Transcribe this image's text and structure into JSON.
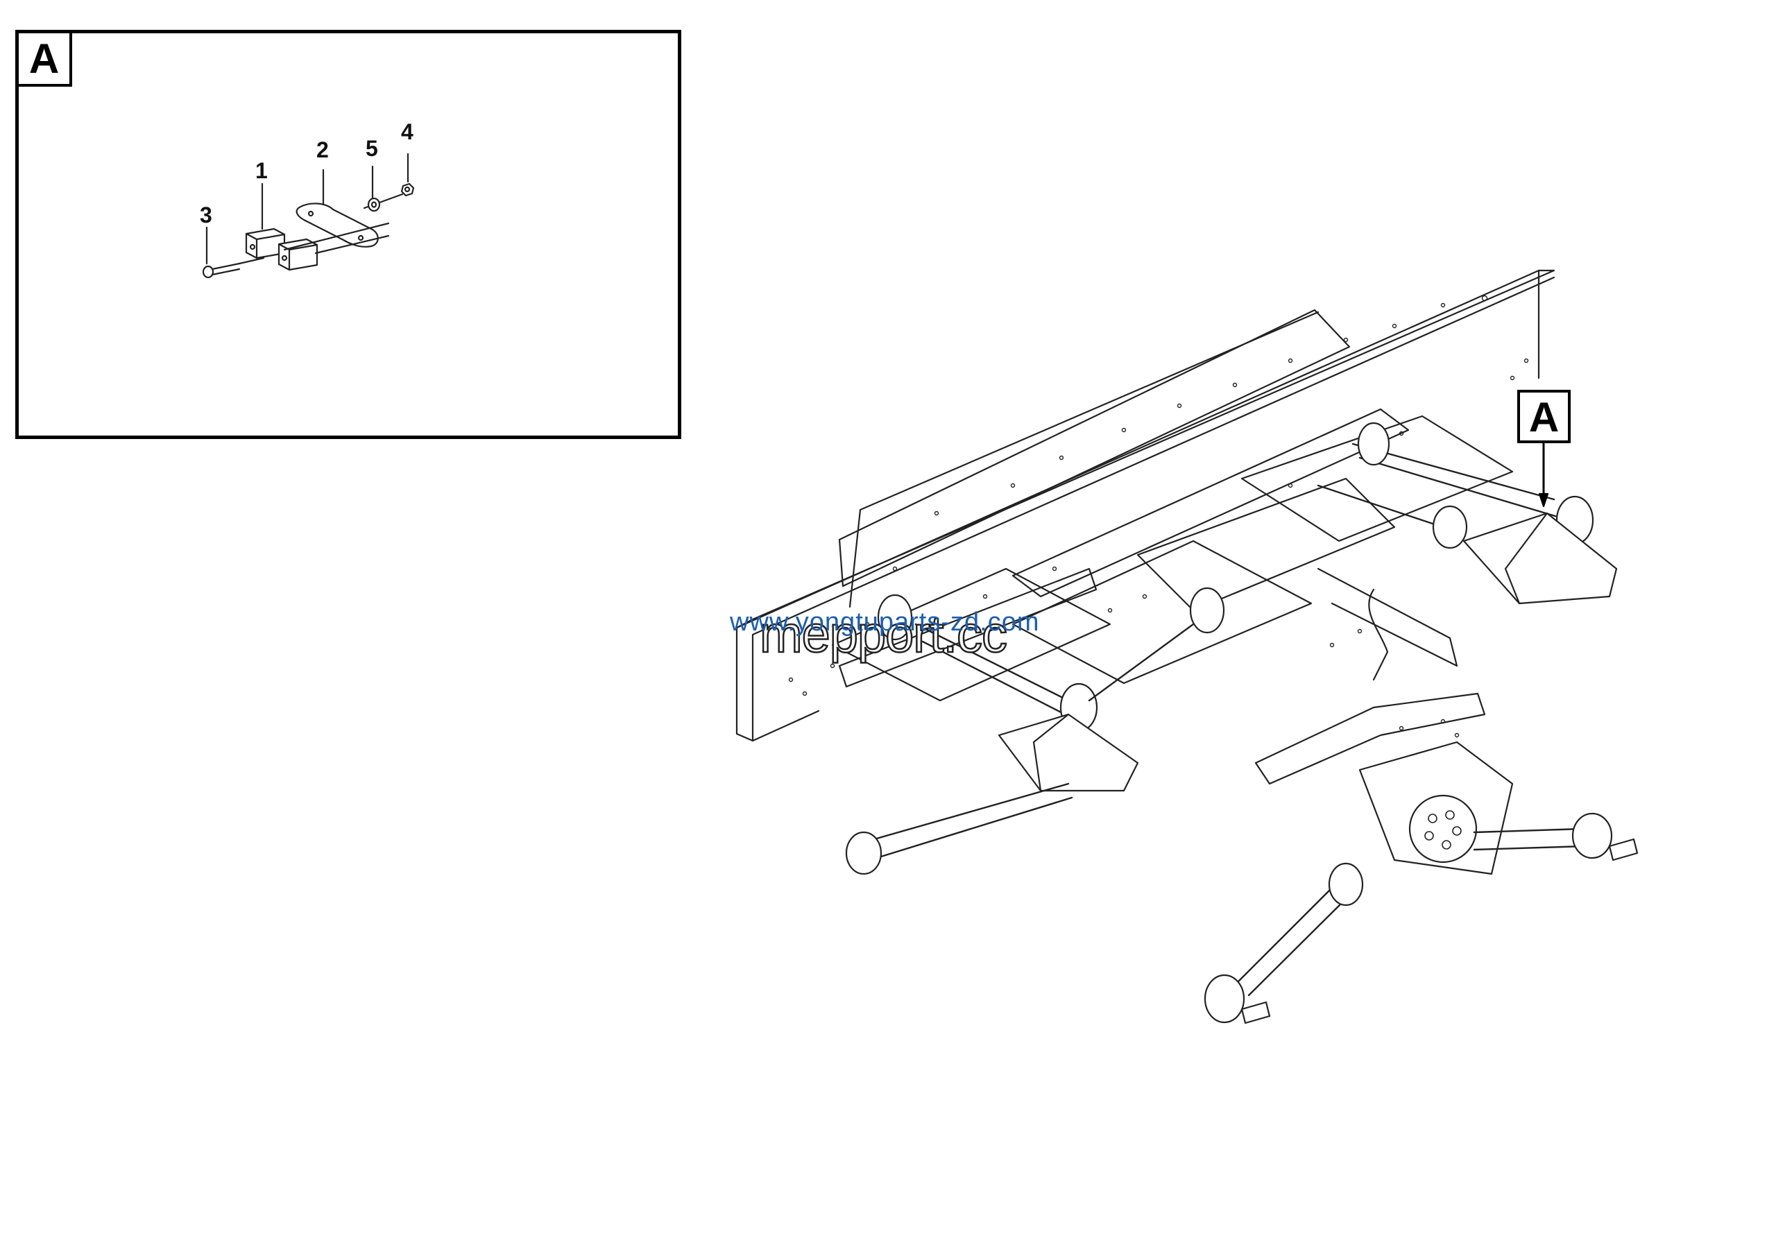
{
  "detail_view": {
    "tag": "A",
    "parts": [
      {
        "num": "1"
      },
      {
        "num": "2"
      },
      {
        "num": "3"
      },
      {
        "num": "4"
      },
      {
        "num": "5"
      }
    ]
  },
  "callout": {
    "label": "A"
  },
  "watermarks": {
    "url": "www.yongtuparts-zd.com",
    "overlay": "mepport.cc"
  }
}
